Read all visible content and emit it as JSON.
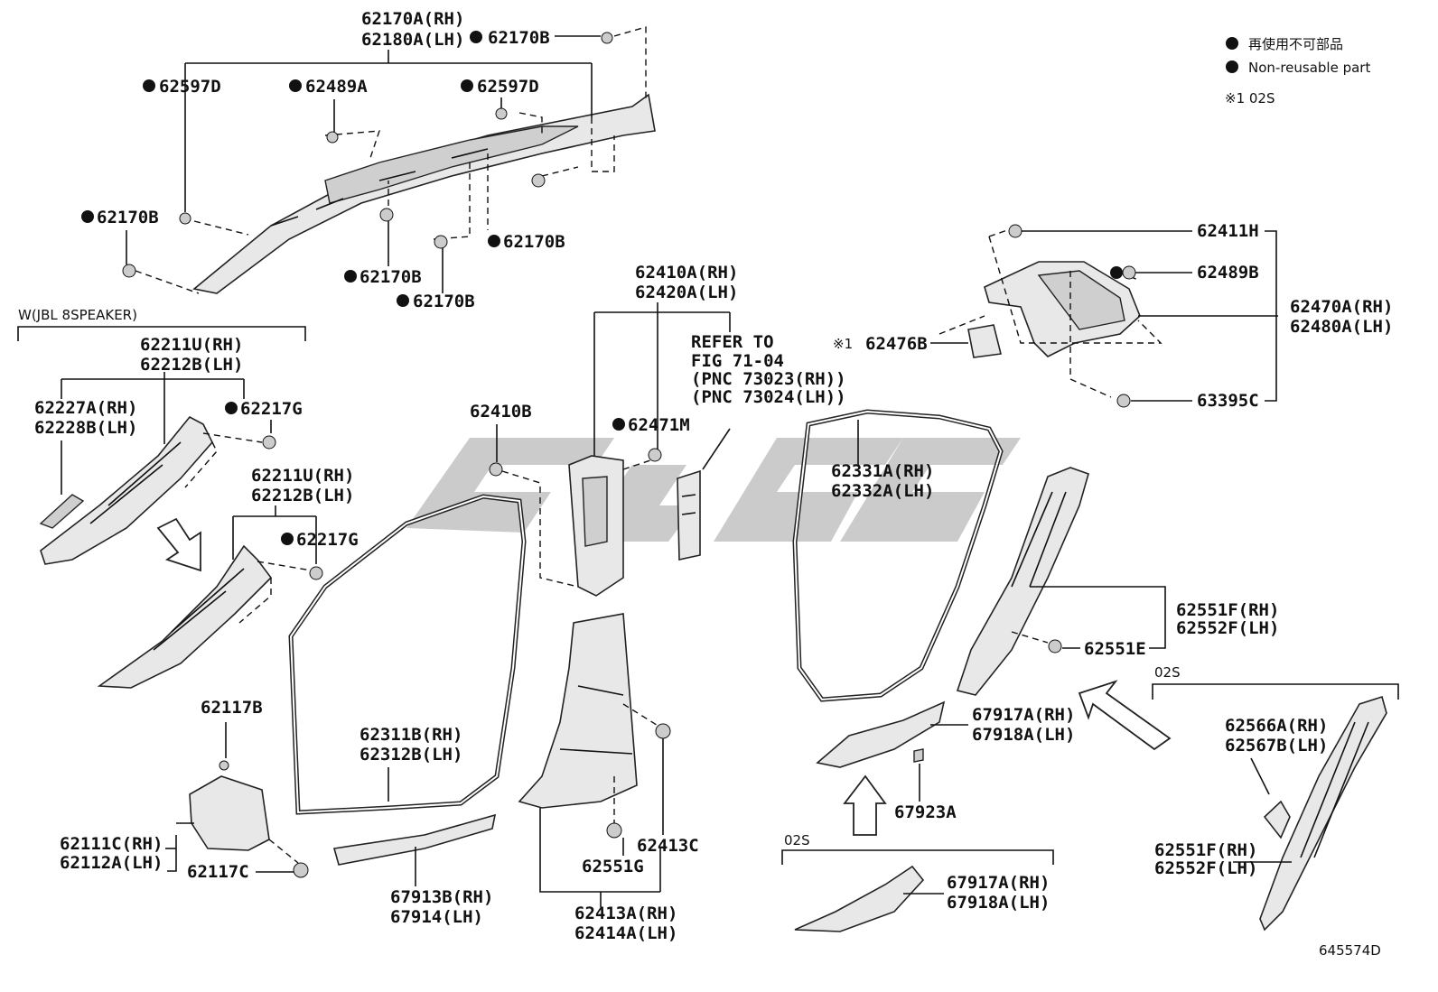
{
  "legend": {
    "jp": "再使用不可部品",
    "en": "Non-reusable part",
    "note": "※1 02S"
  },
  "diagram_id": "645574D",
  "groups": {
    "jbl": "W(JBL 8SPEAKER)",
    "o2s_a": "02S",
    "o2s_b": "02S"
  },
  "refer": [
    "REFER TO",
    "FIG 71-04",
    "(PNC 73023(RH))",
    "(PNC 73024(LH))"
  ],
  "labels": {
    "l62170A": "62170A(RH)",
    "l62180A": "62180A(LH)",
    "l62170B_top": "62170B",
    "l62597D_l": "62597D",
    "l62489A": "62489A",
    "l62597D_r": "62597D",
    "l62170B_l": "62170B",
    "l62170B_c": "62170B",
    "l62170B_b1": "62170B",
    "l62170B_b2": "62170B",
    "l62211U_a": "62211U(RH)",
    "l62212B_a": "62212B(LH)",
    "l62227A": "62227A(RH)",
    "l62228B": "62228B(LH)",
    "l62217G_a": "62217G",
    "l62211U_b": "62211U(RH)",
    "l62212B_b": "62212B(LH)",
    "l62217G_b": "62217G",
    "l62410B": "62410B",
    "l62410A": "62410A(RH)",
    "l62420A": "62420A(LH)",
    "l62471M": "62471M",
    "l62411H": "62411H",
    "l62489B": "62489B",
    "l62470A": "62470A(RH)",
    "l62480A": "62480A(LH)",
    "l62476B_mark": "※1",
    "l62476B": "62476B",
    "l63395C": "63395C",
    "l62331A": "62331A(RH)",
    "l62332A": "62332A(LH)",
    "l62551F_a": "62551F(RH)",
    "l62552F_a": "62552F(LH)",
    "l62551E": "62551E",
    "l62117B": "62117B",
    "l62311B": "62311B(RH)",
    "l62312B": "62312B(LH)",
    "l62111C": "62111C(RH)",
    "l62112A": "62112A(LH)",
    "l62117C": "62117C",
    "l67913B": "67913B(RH)",
    "l67914": "67914(LH)",
    "l62413C": "62413C",
    "l62551G": "62551G",
    "l62413A": "62413A(RH)",
    "l62414A": "62414A(LH)",
    "l67917A_a": "67917A(RH)",
    "l67918A_a": "67918A(LH)",
    "l67923A": "67923A",
    "l67917A_b": "67917A(RH)",
    "l67918A_b": "67918A(LH)",
    "l62566A": "62566A(RH)",
    "l62567B": "62567B(LH)",
    "l62551F_b": "62551F(RH)",
    "l62552F_b": "62552F(LH)"
  }
}
